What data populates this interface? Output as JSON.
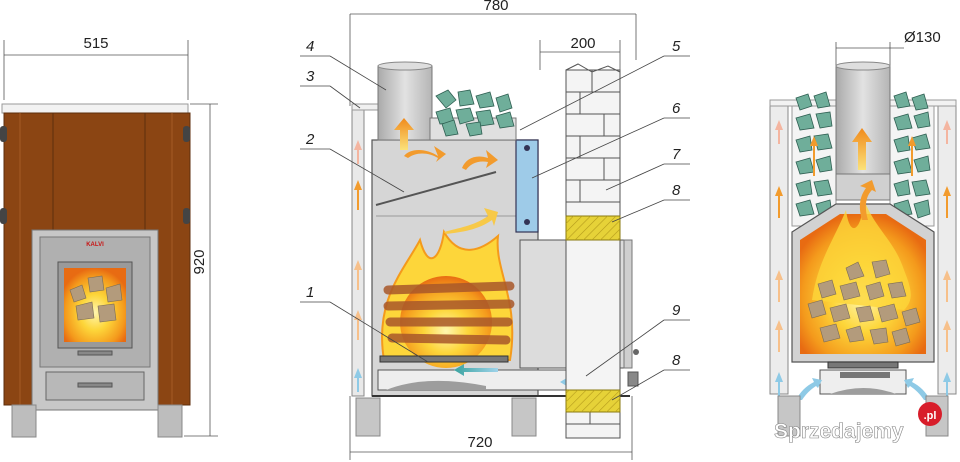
{
  "dimensions": {
    "front_width": "515",
    "front_height": "920",
    "section_top_width": "780",
    "brick_wall_width": "200",
    "section_bottom_width": "720",
    "chimney_diameter": "Ø130"
  },
  "callouts": [
    "1",
    "2",
    "3",
    "4",
    "5",
    "6",
    "7",
    "8",
    "9",
    "8"
  ],
  "brand_label": "KALVI",
  "watermark": {
    "text": "Sprzedajemy",
    "badge": ".pl"
  },
  "colors": {
    "casing": "#8b4513",
    "brick_insulation": "#e6d238",
    "fire_orange": "#f49a1c",
    "fire_yellow": "#fdd63a",
    "stone": "#6fae9a",
    "steel": "#c9c9c9",
    "air_arrow_hot": "#f29b2d",
    "air_arrow_cold": "#8ecae6"
  }
}
